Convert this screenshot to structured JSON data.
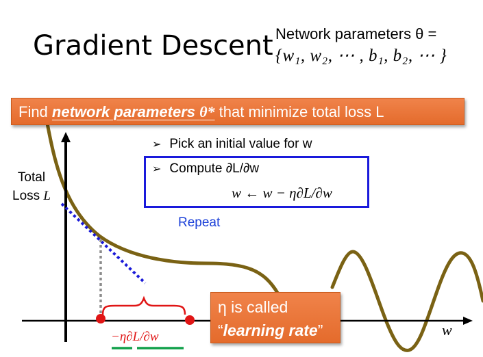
{
  "title": "Gradient Descent",
  "network_params": {
    "line1": "Network parameters θ =",
    "line2": "{w₁, w₂, ⋯ , b₁, b₂, ⋯ }"
  },
  "banner": {
    "prefix": "Find ",
    "emphasis": "network parameters ",
    "theta": "θ*",
    "suffix": " that minimize total loss L"
  },
  "steps": {
    "arrow": "➢",
    "step1": "Pick an initial value for w",
    "step2": "Compute ∂L/∂w",
    "update": "w ← w − η∂L/∂w",
    "repeat": "Repeat"
  },
  "axes": {
    "y_label_line1": "Total",
    "y_label_line2_text": "Loss ",
    "y_label_line2_var": "L",
    "x_label": "w"
  },
  "learning_rate_box": {
    "line1": "η is called",
    "line2_open": "“",
    "line2_emph": "learning rate",
    "line2_close": "”"
  },
  "step_label": "−η∂L/∂w",
  "colors": {
    "banner_orange": "#e8743a",
    "box_blue": "#1a1adb",
    "curve": "#7a6214",
    "tangent": "#1a1ad8",
    "point_red": "#e01515",
    "underline_green": "#11a04a",
    "repeat_blue": "#1a3fd8"
  }
}
